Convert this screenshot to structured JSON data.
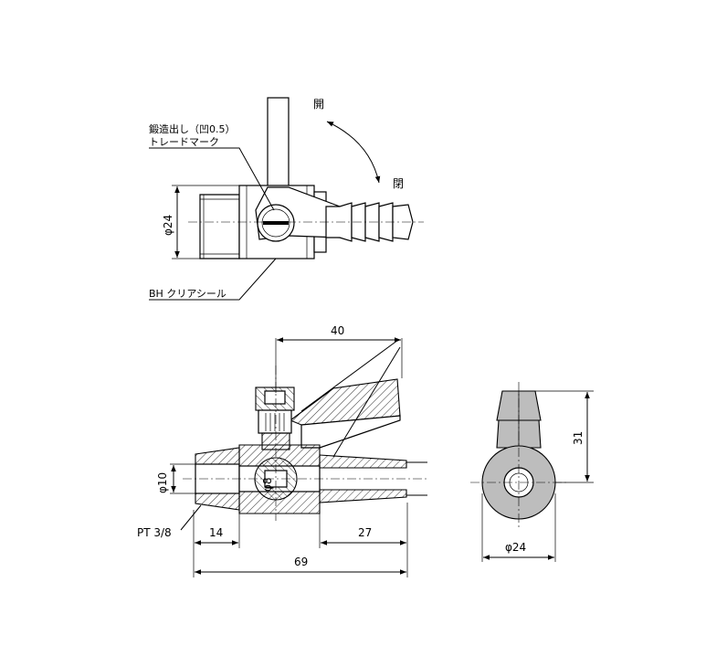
{
  "top_view": {
    "label_open": "開",
    "label_close": "閉",
    "note_forging_line1": "鍛造出し（凹0.5）",
    "note_forging_line2": "トレードマーク",
    "dim_diameter": "φ24",
    "note_clear_seal": "BH クリアシール"
  },
  "section_view": {
    "dim_top": "40",
    "dim_bore": "φ10",
    "dim_ball": "φ8",
    "thread_label": "PT 3/8",
    "dim_thread_len": "14",
    "dim_barb_len": "27",
    "dim_total": "69"
  },
  "end_view": {
    "dim_height": "31",
    "dim_diameter": "φ24"
  }
}
